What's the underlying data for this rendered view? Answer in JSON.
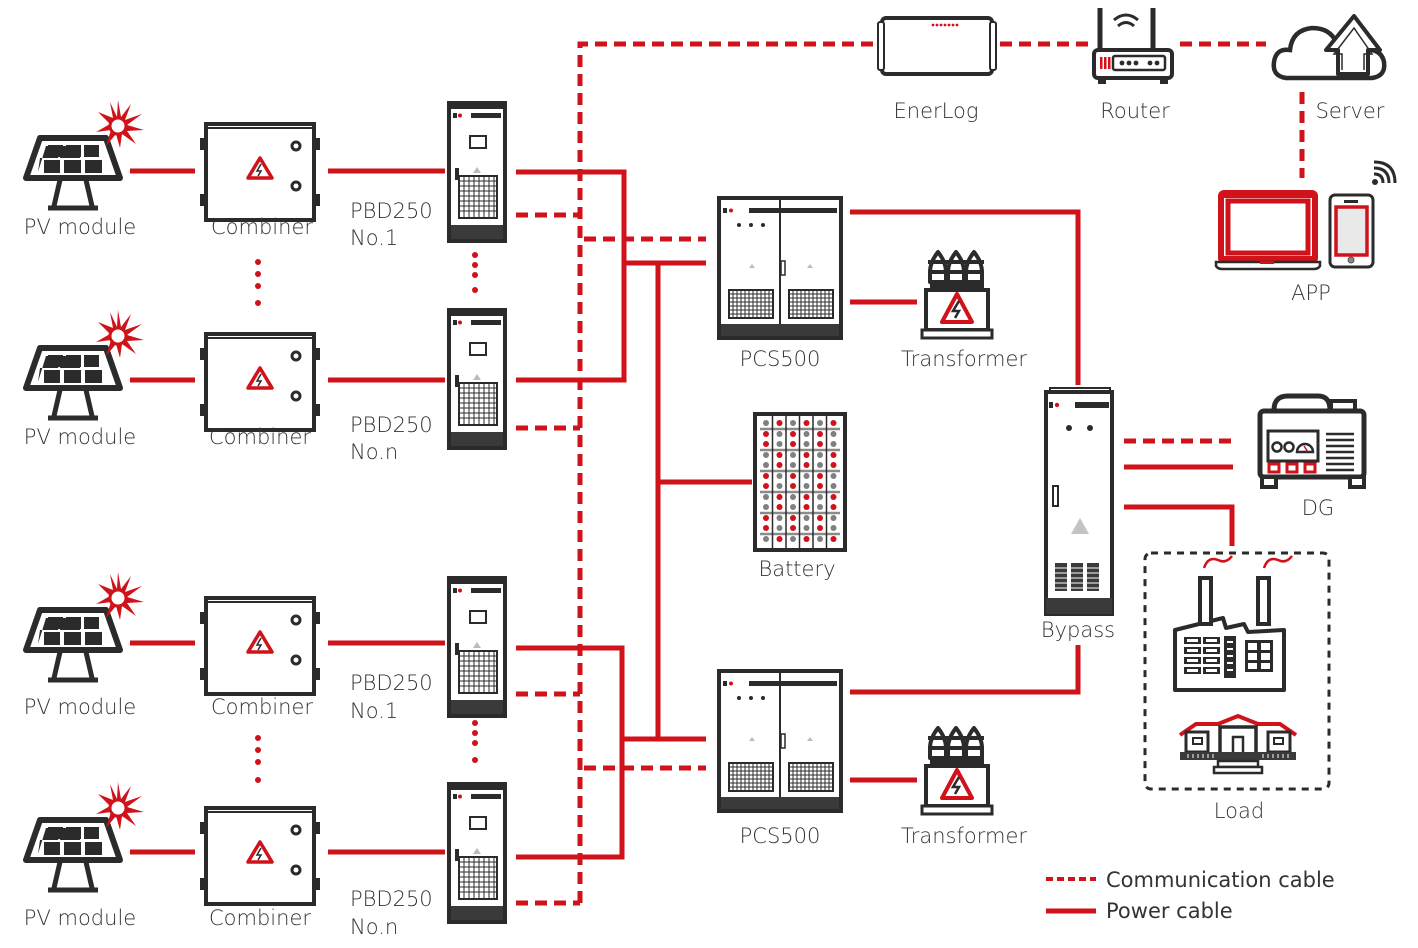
{
  "title": "System Diagram",
  "colors": {
    "accent": "#d0121b",
    "outline": "#2b2b2b",
    "text": "#333333"
  },
  "nodes": {
    "pv_module_label": "PV module",
    "combiner_label": "Combiner",
    "pbd_model": "PBD250",
    "pbd_no1": "No.1",
    "pbd_non": "No.n",
    "pcs_label": "PCS500",
    "transformer_label": "Transformer",
    "battery_label": "Battery",
    "bypass_label": "Bypass",
    "dg_label": "DG",
    "load_label": "Load",
    "enerlog_label": "EnerLog",
    "router_label": "Router",
    "server_label": "Server",
    "app_label": "APP"
  },
  "legend": {
    "communication": "Communication cable",
    "power": "Power cable"
  }
}
